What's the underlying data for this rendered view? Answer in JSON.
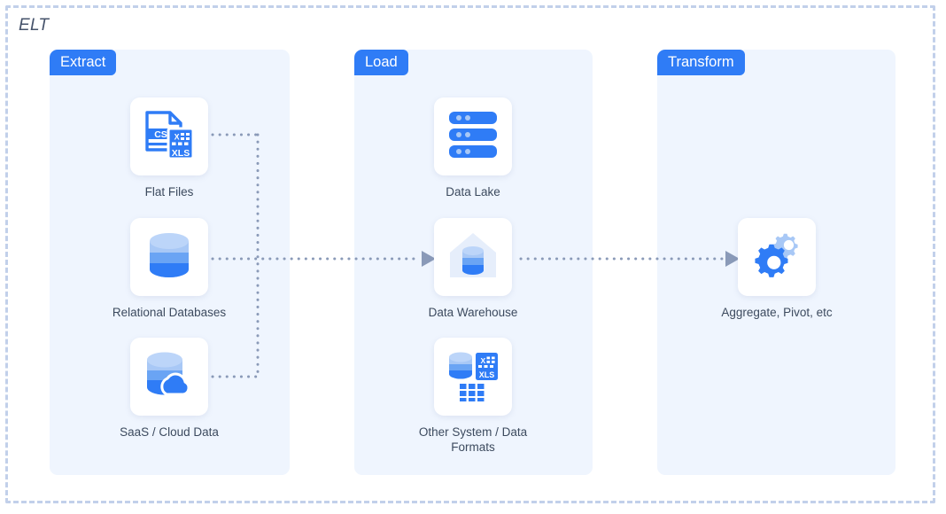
{
  "diagram": {
    "title": "ELT",
    "type": "data-pipeline-flow",
    "frame_style": "dashed",
    "colors": {
      "accent": "#2f7cf6",
      "panel_bg": "#eff5fe",
      "card_bg": "#ffffff",
      "text": "#3c4a5e",
      "frame_dash": "#c2d0ea",
      "connector": "#8a9ab8",
      "icon_blue": "#2f7cf6",
      "icon_light_blue": "#a8c8f6",
      "icon_mid_blue": "#6aa4f4"
    }
  },
  "stages": [
    {
      "id": "extract",
      "badge": "Extract",
      "nodes": [
        {
          "id": "flat-files",
          "label": "Flat Files",
          "icon": "csv-xls-file-icon"
        },
        {
          "id": "relational-db",
          "label": "Relational Databases",
          "icon": "database-cylinder-icon"
        },
        {
          "id": "saas-cloud",
          "label": "SaaS / Cloud Data",
          "icon": "cloud-database-icon"
        }
      ]
    },
    {
      "id": "load",
      "badge": "Load",
      "nodes": [
        {
          "id": "data-lake",
          "label": "Data Lake",
          "icon": "server-stack-icon"
        },
        {
          "id": "data-warehouse",
          "label": "Data Warehouse",
          "icon": "warehouse-database-icon"
        },
        {
          "id": "other-formats",
          "label": "Other System / Data\nFormats",
          "icon": "database-xls-grid-icon"
        }
      ]
    },
    {
      "id": "transform",
      "badge": "Transform",
      "nodes": [
        {
          "id": "aggregate-pivot",
          "label": "Aggregate, Pivot, etc",
          "icon": "gears-icon"
        }
      ]
    }
  ],
  "connectors": [
    {
      "id": "flat-files-to-bus",
      "from": "flat-files",
      "to": "extract-bus",
      "style": "dotted",
      "arrow": false
    },
    {
      "id": "saas-cloud-to-bus",
      "from": "saas-cloud",
      "to": "extract-bus",
      "style": "dotted",
      "arrow": false
    },
    {
      "id": "extract-to-load",
      "from": "extract-bus",
      "to": "data-warehouse",
      "style": "dotted",
      "arrow": true
    },
    {
      "id": "load-to-transform",
      "from": "data-warehouse",
      "to": "aggregate-pivot",
      "style": "dotted",
      "arrow": true
    }
  ]
}
